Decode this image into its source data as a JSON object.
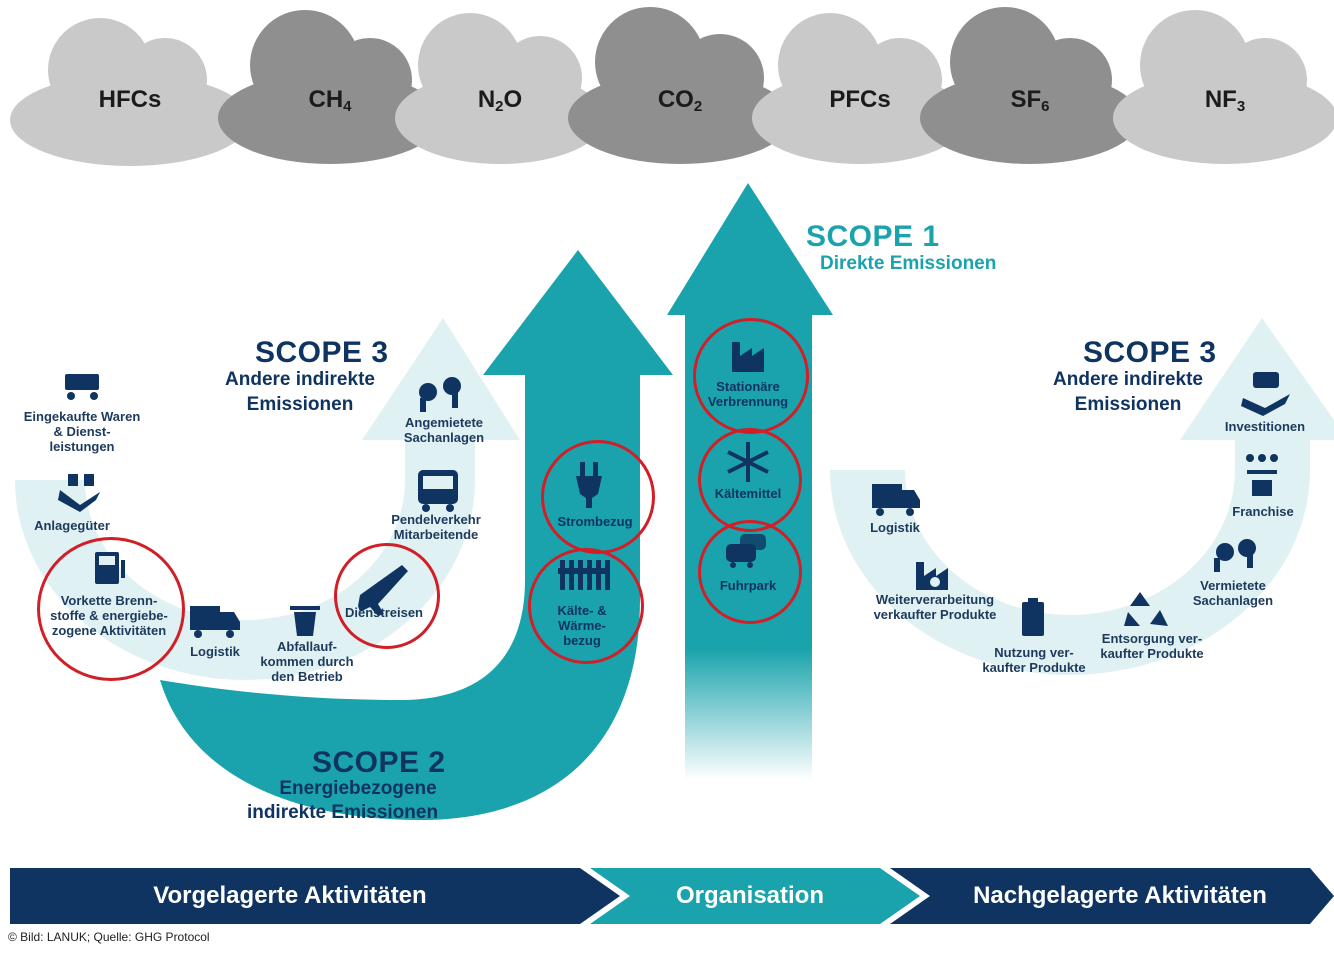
{
  "gases": [
    {
      "base": "HFCs",
      "sub": ""
    },
    {
      "base": "CH",
      "sub": "4"
    },
    {
      "base": "N",
      "sub": "2",
      "tail": "O"
    },
    {
      "base": "CO",
      "sub": "2"
    },
    {
      "base": "PFCs",
      "sub": ""
    },
    {
      "base": "SF",
      "sub": "6"
    },
    {
      "base": "NF",
      "sub": "3"
    }
  ],
  "scope1": {
    "title": "SCOPE 1",
    "subtitle": "Direkte Emissionen",
    "items": [
      "Stationäre Verbrennung",
      "Kältemittel",
      "Fuhrpark"
    ]
  },
  "scope2": {
    "title": "SCOPE 2",
    "subtitle_line1": "Energiebezogene",
    "subtitle_line2": "indirekte Emissionen",
    "items": [
      "Strombezug",
      "Kälte- & Wärme- bezug"
    ]
  },
  "scope3_left": {
    "title": "SCOPE 3",
    "subtitle_line1": "Andere indirekte",
    "subtitle_line2": "Emissionen",
    "items": {
      "eingekaufte": "Eingekaufte Waren & Dienst- leistungen",
      "anlagegueter": "Anlagegüter",
      "vorkette": "Vorkette Brenn- stoffe & energiebe- zogene Aktivitäten",
      "logistik": "Logistik",
      "abfall": "Abfallauf- kommen durch den Betrieb",
      "dienstreisen": "Dienstreisen",
      "pendel": "Pendelverkehr Mitarbeitende",
      "angemietete": "Angemietete Sachanlagen"
    }
  },
  "scope3_right": {
    "title": "SCOPE 3",
    "subtitle_line1": "Andere indirekte",
    "subtitle_line2": "Emissionen",
    "items": {
      "investitionen": "Investitionen",
      "franchise": "Franchise",
      "vermietete": "Vermietete Sachanlagen",
      "entsorgung": "Entsorgung ver- kaufter Produkte",
      "nutzung": "Nutzung ver- kaufter Produkte",
      "weiterverarbeitung": "Weiterverarbeitung verkaufter Produkte",
      "logistik": "Logistik"
    }
  },
  "banner": {
    "left": "Vorgelagerte Aktivitäten",
    "center": "Organisation",
    "right": "Nachgelagerte Aktivitäten"
  },
  "credit": "© Bild: LANUK; Quelle: GHG Protocol",
  "colors": {
    "navy": "#0f3461",
    "teal": "#1aa3ac",
    "tealDark": "#14858d",
    "light": "#dff1f3",
    "cloudLight": "#c9c9c9",
    "cloudDark": "#8f8f8f",
    "red": "#d01f26",
    "textBlue": "#1d3a5c"
  }
}
